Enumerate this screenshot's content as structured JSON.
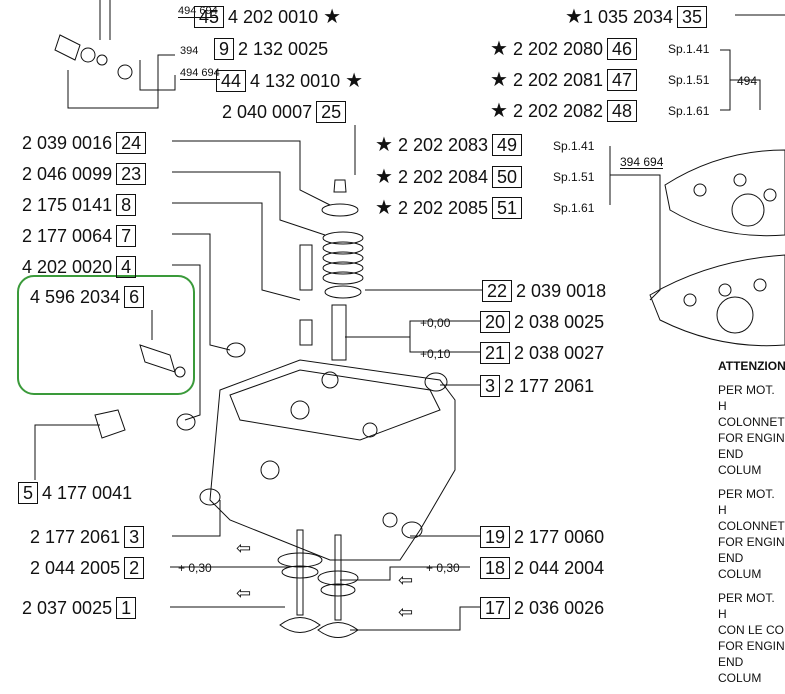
{
  "parts": {
    "p45": {
      "ref": "45",
      "code": "4 202 0010",
      "qty": "494 694"
    },
    "p9": {
      "ref": "9",
      "code": "2 132 0025",
      "qty": "394"
    },
    "p44": {
      "ref": "44",
      "code": "4 132 0010",
      "qty": "494 694"
    },
    "p25": {
      "ref": "25",
      "code": "2 040 0007"
    },
    "p35": {
      "ref": "35",
      "code": "1 035 2034"
    },
    "p46": {
      "ref": "46",
      "code": "2 202 2080",
      "sp": "Sp.1.41"
    },
    "p47": {
      "ref": "47",
      "code": "2 202 2081",
      "sp": "Sp.1.51",
      "qty": "494"
    },
    "p48": {
      "ref": "48",
      "code": "2 202 2082",
      "sp": "Sp.1.61"
    },
    "p49": {
      "ref": "49",
      "code": "2 202 2083",
      "sp": "Sp.1.41"
    },
    "p50": {
      "ref": "50",
      "code": "2 202 2084",
      "sp": "Sp.1.51",
      "qty": "394 694"
    },
    "p51": {
      "ref": "51",
      "code": "2 202 2085",
      "sp": "Sp.1.61"
    },
    "p24": {
      "ref": "24",
      "code": "2 039 0016"
    },
    "p23": {
      "ref": "23",
      "code": "2 046 0099"
    },
    "p8": {
      "ref": "8",
      "code": "2 175 0141"
    },
    "p7": {
      "ref": "7",
      "code": "2 177 0064"
    },
    "p4": {
      "ref": "4",
      "code": "4 202 0020"
    },
    "p6": {
      "ref": "6",
      "code": "4 596 2034"
    },
    "p22": {
      "ref": "22",
      "code": "2 039 0018"
    },
    "p20": {
      "ref": "20",
      "code": "2 038 0025",
      "tol": "+0,00"
    },
    "p21": {
      "ref": "21",
      "code": "2 038 0027",
      "tol": "+0,10"
    },
    "p3r": {
      "ref": "3",
      "code": "2 177 2061"
    },
    "p5": {
      "ref": "5",
      "code": "4 177 0041"
    },
    "p3l": {
      "ref": "3",
      "code": "2 177 2061"
    },
    "p19": {
      "ref": "19",
      "code": "2 177 0060"
    },
    "p2": {
      "ref": "2",
      "code": "2 044 2005",
      "tol": "+ 0,30"
    },
    "p18": {
      "ref": "18",
      "code": "2 044 2004",
      "tol": "+ 0,30"
    },
    "p1": {
      "ref": "1",
      "code": "2 037 0025"
    },
    "p17": {
      "ref": "17",
      "code": "2 036 0026"
    }
  },
  "notes": {
    "title": "ATTENZION",
    "block1": [
      "PER MOT. H",
      "COLONNET",
      "FOR ENGIN",
      "END COLUM"
    ],
    "block2": [
      "PER MOT. H",
      "COLONNET",
      "FOR ENGIN",
      "END COLUM"
    ],
    "block3": [
      "PER MOT. H",
      "CON LE CO",
      "FOR ENGIN",
      "END COLUM"
    ]
  },
  "colors": {
    "highlight": "#3a9a3a",
    "ink": "#111111"
  }
}
